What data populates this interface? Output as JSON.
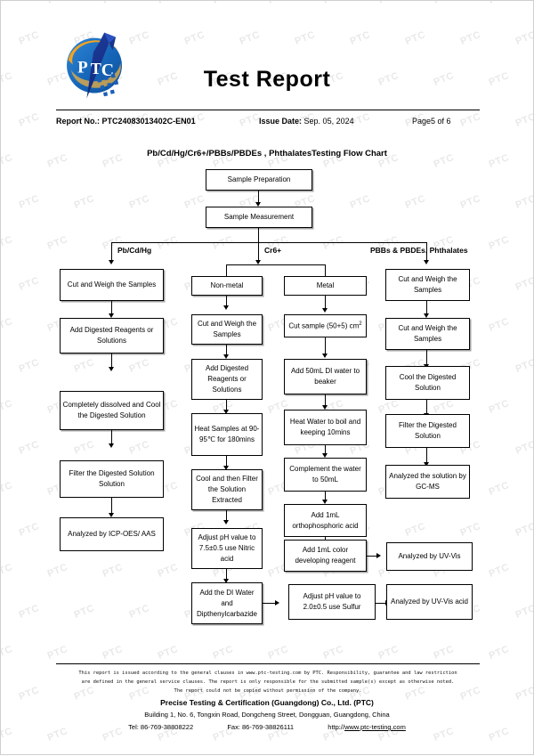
{
  "header": {
    "logo_alt": "ptc-logo",
    "title": "Test Report",
    "report_no_label": "Report No.:",
    "report_no_value": "PTC24083013402C-EN01",
    "issue_date_label": "Issue Date:",
    "issue_date_value": "Sep. 05, 2024",
    "page_label": "Page5 of 6"
  },
  "flow": {
    "title": "Pb/Cd/Hg/Cr6+/PBBs/PBDEs , PhthalatesTesting Flow Chart",
    "start": [
      {
        "id": "sample-preparation",
        "label": "Sample Preparation"
      },
      {
        "id": "sample-measurement",
        "label": "Sample Measurement"
      }
    ],
    "branch_labels": [
      {
        "id": "branch-pb-cd-hg",
        "label": "Pb/Cd/Hg"
      },
      {
        "id": "branch-cr6",
        "label": "Cr6+"
      },
      {
        "id": "branch-pbbs-pbdes-phthalates",
        "label": "PBBs & PBDEs, Phthalates"
      }
    ],
    "col_pbcdhg": [
      {
        "id": "pb-1",
        "label": "Cut and Weigh the Samples"
      },
      {
        "id": "pb-2",
        "label": "Add Digested Reagents or Solutions"
      },
      {
        "id": "pb-3",
        "label": "Completely dissolved and Cool the Digested Solution"
      },
      {
        "id": "pb-4",
        "label": "Filter the Digested Solution Solution"
      },
      {
        "id": "pb-5",
        "label": "Analyzed by ICP-OES/ AAS"
      }
    ],
    "col_nonmetal": [
      {
        "id": "nm-0",
        "label": "Non-metal"
      },
      {
        "id": "nm-1",
        "label": "Cut and Weigh the Samples"
      },
      {
        "id": "nm-2",
        "label": "Add Digested Reagents or Solutions"
      },
      {
        "id": "nm-3",
        "label": "Heat Samples at 90-95℃ for 180mins"
      },
      {
        "id": "nm-4",
        "label": "Cool and then Filter the Solution Extracted"
      },
      {
        "id": "nm-5",
        "label": "Adjust pH value to 7.5±0.5 use Nitric acid"
      },
      {
        "id": "nm-6",
        "label": "Add the DI Water and Dipthenylcarbazide"
      }
    ],
    "col_metal": [
      {
        "id": "mt-0",
        "label": "Metal"
      },
      {
        "id": "mt-1",
        "label": "Cut sample (50+5) cm",
        "sup": "2"
      },
      {
        "id": "mt-2",
        "label": "Add 50mL DI water to beaker"
      },
      {
        "id": "mt-3",
        "label": "Heat Water to boil and keeping 10mins"
      },
      {
        "id": "mt-4",
        "label": "Complement the water to 50mL"
      },
      {
        "id": "mt-5",
        "label": "Add 1mL orthophosphoric acid"
      },
      {
        "id": "mt-6",
        "label": "Add 1mL color developing reagent"
      },
      {
        "id": "mt-7",
        "label": "Adjust pH value to 2.0±0.5 use Sulfur"
      }
    ],
    "col_pbbs": [
      {
        "id": "pb2-1",
        "label": "Cut and Weigh the Samples"
      },
      {
        "id": "pb2-2",
        "label": "Cut and Weigh the Samples"
      },
      {
        "id": "pb2-3",
        "label": "Cool the Digested Solution"
      },
      {
        "id": "pb2-4",
        "label": "Filter the Digested Solution"
      },
      {
        "id": "pb2-5",
        "label": "Analyzed the solution by GC-MS"
      }
    ],
    "results": [
      {
        "id": "res-uvvis-1",
        "label": "Analyzed by UV-Vis"
      },
      {
        "id": "res-uvvis-2",
        "label": "Analyzed by UV-Vis acid"
      }
    ]
  },
  "footer": {
    "disclaimer_line1": "This report is issued according to the general clauses in www.ptc-testing.com by PTC. Responsibility, guarantee and law restriction",
    "disclaimer_line2": "are defined in the general service clauses. The report is only responsible for the submitted sample(s) except as otherwise noted.",
    "disclaimer_line3": "The report could not be copied without permission of the company.",
    "company": "Precise Testing & Certification (Guangdong) Co., Ltd. (PTC)",
    "address": "Building 1, No. 6, Tongxin Road, Dongcheng Street, Dongguan, Guangdong, China",
    "tel": "Tel: 86-769-38808222",
    "fax": "Fax: 86-769-38826111",
    "web_prefix": "http://",
    "web": "www.ptc-testing.com"
  },
  "watermark": {
    "text": "PTC"
  },
  "colors": {
    "logo_blue": "#1a6fc4",
    "logo_dark_blue": "#17389b",
    "logo_orange": "#efa423",
    "line": "#000000"
  }
}
